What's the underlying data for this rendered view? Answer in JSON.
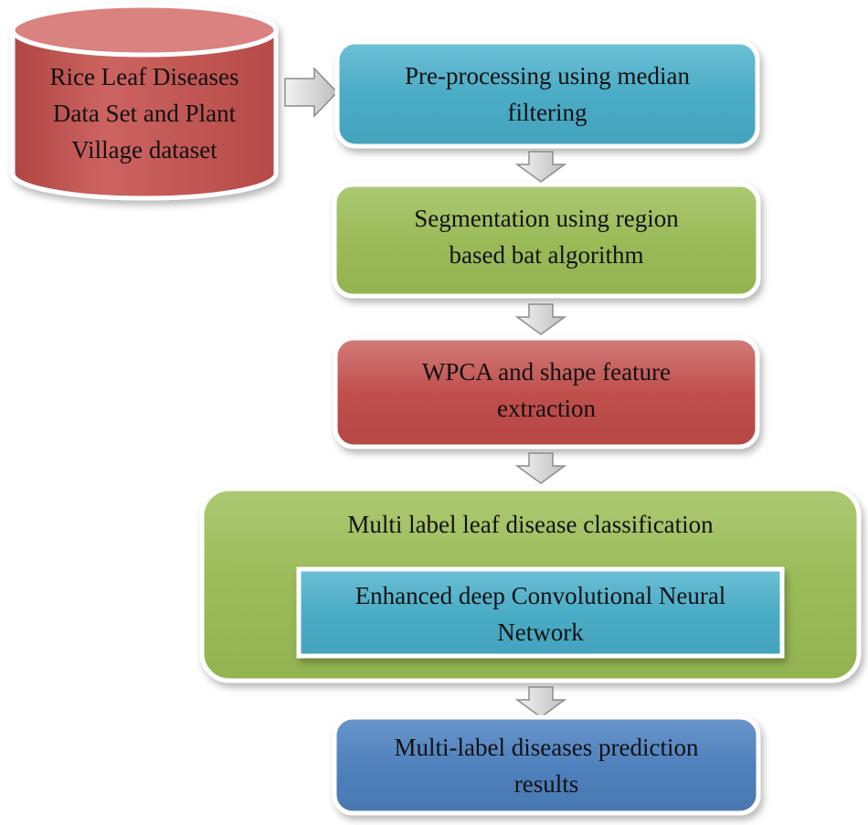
{
  "colors": {
    "database": "#c0504d",
    "preprocessing": "#4bacc6",
    "segmentation": "#9bbb59",
    "feature_extraction": "#c0504d",
    "classification": "#9bbb59",
    "cnn": "#4bacc6",
    "results": "#4f81bd",
    "arrow_fill": "#d9d9d9",
    "arrow_stroke": "#8c8c8c"
  },
  "icons": {
    "flow_arrow": "arrow-down-icon",
    "input_arrow": "arrow-right-icon",
    "dataset": "database-cylinder-icon"
  },
  "nodes": {
    "dataset": {
      "lines": [
        "Rice Leaf Diseases",
        "Data Set and Plant",
        "Village dataset"
      ]
    },
    "preprocessing": {
      "lines": [
        "Pre-processing using median",
        "filtering"
      ]
    },
    "segmentation": {
      "lines": [
        "Segmentation using region",
        "based bat algorithm"
      ]
    },
    "feature_extraction": {
      "lines": [
        "WPCA and shape feature",
        "extraction"
      ]
    },
    "classification": {
      "title": "Multi label leaf disease classification"
    },
    "cnn": {
      "lines": [
        "Enhanced deep Convolutional Neural",
        "Network"
      ]
    },
    "results": {
      "lines": [
        "Multi-label diseases prediction",
        "results"
      ]
    }
  }
}
